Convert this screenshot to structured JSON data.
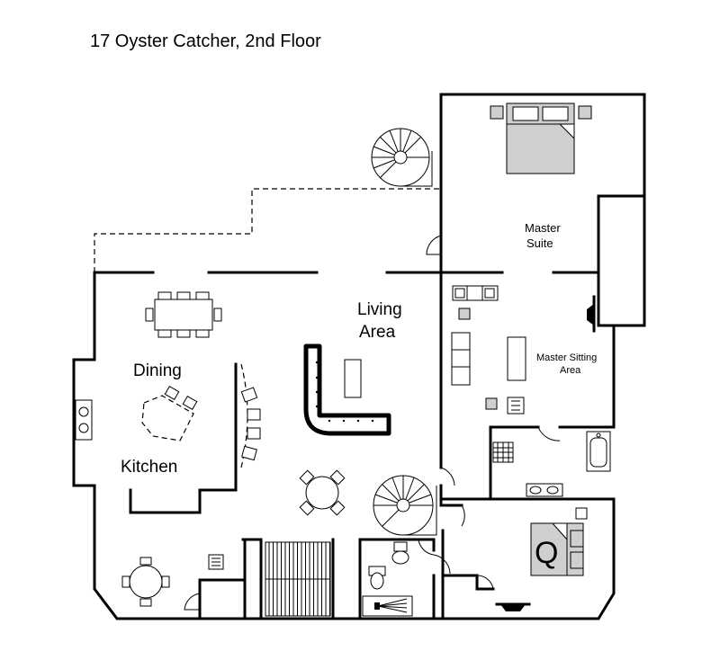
{
  "title": "17 Oyster Catcher, 2nd Floor",
  "rooms": {
    "master_suite": [
      "Master",
      "Suite"
    ],
    "living_area": [
      "Living",
      "Area"
    ],
    "master_sitting": [
      "Master Sitting",
      "Area"
    ],
    "dining": "Dining",
    "kitchen": "Kitchen"
  },
  "bed_marker": "Q"
}
